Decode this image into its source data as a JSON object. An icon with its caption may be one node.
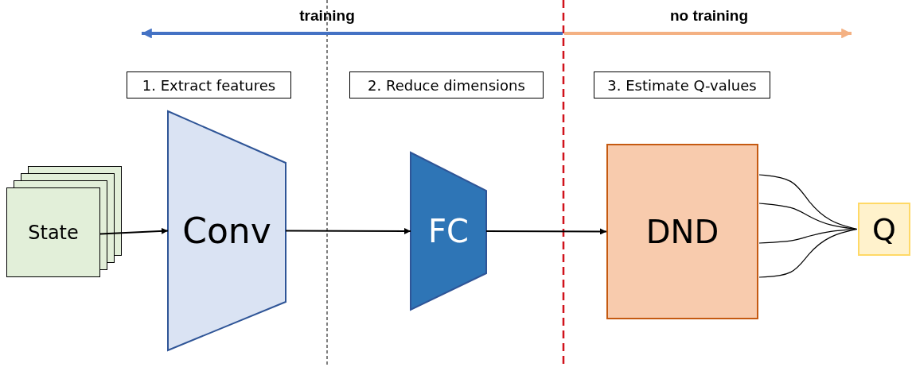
{
  "diagram": {
    "nodes": [
      {
        "text": [
          "1. Extract features"
        ]
      },
      {
        "text": [
          "2. Reduce dimensions"
        ]
      },
      {
        "text": [
          "3. Estimate Q-values"
        ]
      },
      {
        "text": [
          "State"
        ]
      },
      {
        "text": [
          "Conv"
        ]
      },
      {
        "text": [
          "FC"
        ]
      },
      {
        "text": [
          "DND"
        ]
      },
      {
        "text": [
          "Q"
        ]
      }
    ],
    "edges": [
      {
        "from": 3,
        "to": 4,
        "arrow": "to"
      },
      {
        "from": 4,
        "to": 5,
        "arrow": "to"
      },
      {
        "from": 5,
        "to": 6,
        "arrow": "to"
      },
      {
        "from": 6,
        "to": 7,
        "arrow": "none"
      },
      {
        "from": 6,
        "to": 7,
        "arrow": "none"
      },
      {
        "from": 6,
        "to": 7,
        "arrow": "none"
      },
      {
        "from": 6,
        "to": 7,
        "arrow": "none"
      }
    ],
    "labels": [
      "training",
      "no training"
    ]
  }
}
